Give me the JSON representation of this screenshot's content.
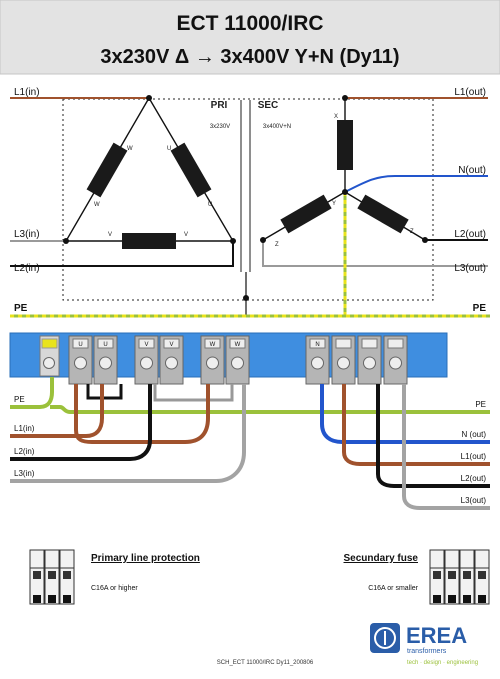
{
  "header": {
    "title": "ECT 11000/IRC",
    "subtitle": "3x230V Δ → 3x400V Y+N  (Dy11)"
  },
  "primary": {
    "label": "PRI",
    "voltage": "3x230V",
    "inputs": [
      "L1(in)",
      "L3(in)",
      "L2(in)"
    ],
    "winding_labels": [
      "W",
      "U",
      "W",
      "U",
      "V",
      "V"
    ]
  },
  "secondary": {
    "label": "SEC",
    "voltage": "3x400V+N",
    "outputs": [
      "L1(out)",
      "N(out)",
      "L2(out)",
      "L3(out)"
    ],
    "winding_labels": [
      "X",
      "Y",
      "Z",
      "Z"
    ]
  },
  "pe_label": "PE",
  "terminals": {
    "pri": [
      "U",
      "U",
      "V",
      "V",
      "W",
      "W"
    ],
    "sec": [
      "N",
      "",
      "",
      ""
    ]
  },
  "cables": {
    "left": [
      "PE",
      "L1(in)",
      "L2(in)",
      "L3(in)"
    ],
    "right": [
      "PE",
      "N (out)",
      "L1(out)",
      "L2(out)",
      "L3(out)"
    ]
  },
  "protection": {
    "primary_title": "Primary line protection",
    "primary_spec": "C16A or higher",
    "secondary_title": "Secundary fuse",
    "secondary_spec": "C16A or smaller"
  },
  "brand": {
    "name": "EREA",
    "sub": "transformers",
    "tagline": "tech · design · engineering"
  },
  "footer": {
    "code": "SCH_ECT 11000/IRC Dy11_200806"
  },
  "colors": {
    "header_bg": "#e3e3e3",
    "l1": "#a0522d",
    "l2": "#000000",
    "l3": "#999999",
    "neutral": "#2255cc",
    "pe": "#9bc13b",
    "pe_yellow": "#e9e31c",
    "rail": "#3f8ee0",
    "terminal": "#b5b5b5",
    "coil": "#1a1a1a",
    "brand": "#2a5da8"
  }
}
